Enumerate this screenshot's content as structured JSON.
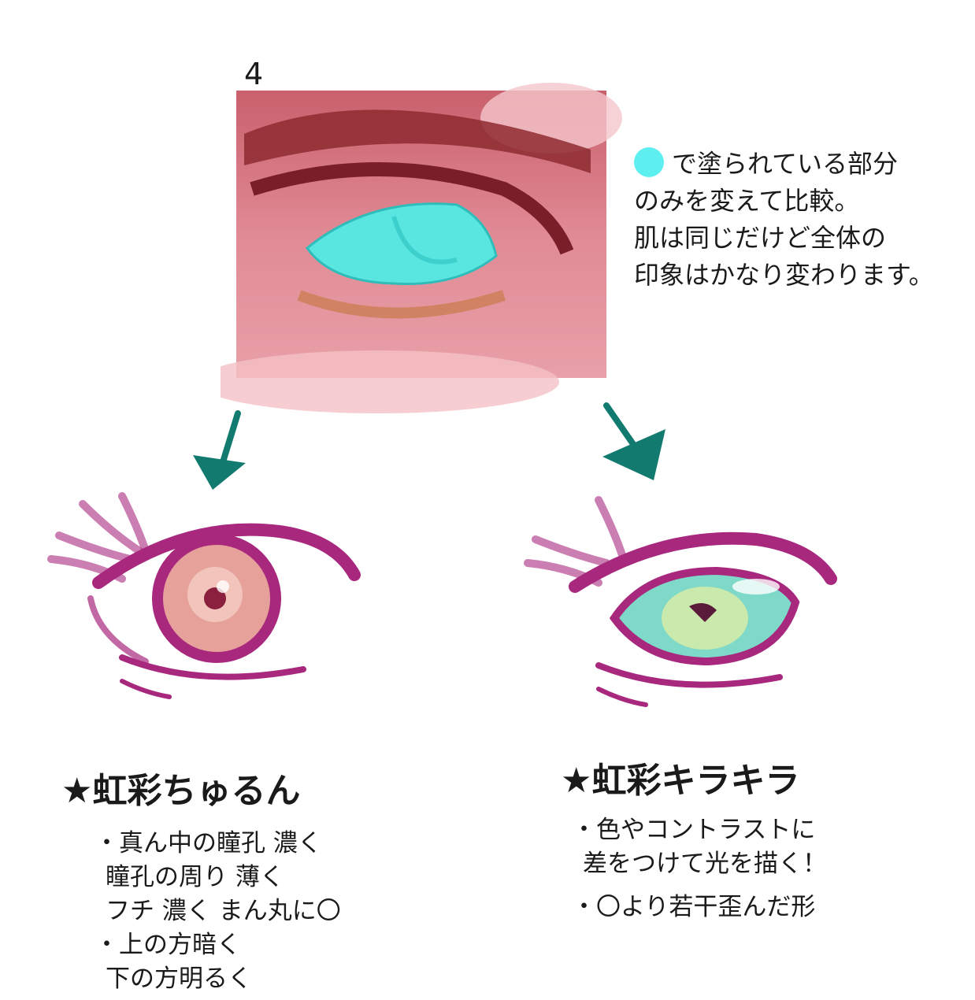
{
  "step_number": "4",
  "note": {
    "swatch_color": "#5ef0f0",
    "lines": [
      "で塗られている部分",
      "のみを変えて比較。",
      "肌は同じだけど全体の",
      "印象はかなり変わります。"
    ]
  },
  "colors": {
    "arrow": "#137a70",
    "eyeliner": "#a8287e",
    "skin": "#d97a86"
  },
  "left": {
    "title": "★虹彩ちゅるん",
    "lines": [
      "・真ん中の瞳孔 濃く",
      "瞳孔の周り 薄く",
      "フチ 濃く まん丸に〇",
      "・上の方暗く",
      "下の方明るく"
    ]
  },
  "right": {
    "title": "★虹彩キラキラ",
    "lines": [
      "・色やコントラストに",
      "差をつけて光を描く！",
      "・〇より若干歪んだ形"
    ]
  }
}
